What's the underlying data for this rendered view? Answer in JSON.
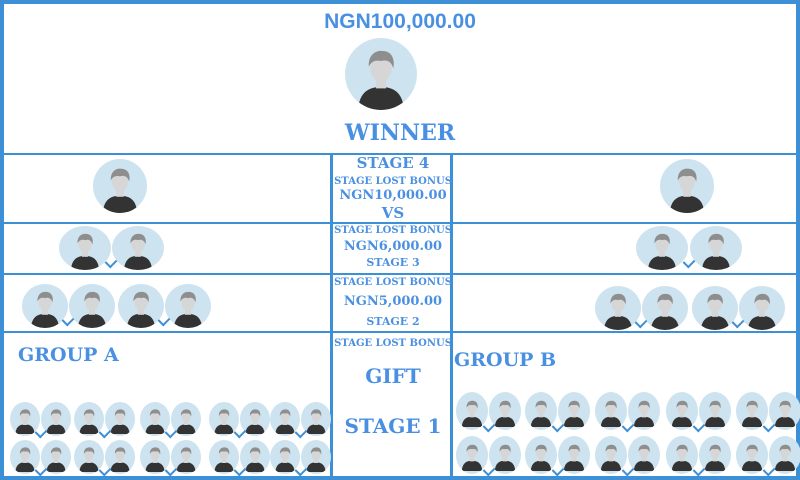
{
  "winner": {
    "prize": "NGN100,000.00",
    "label": "WINNER"
  },
  "stages": {
    "stage4": {
      "title": "STAGE 4",
      "lost_bonus_label": "STAGE LOST BONUS",
      "lost_bonus_amount": "NGN10,000.00",
      "vs": "VS"
    },
    "stage3": {
      "lost_bonus_label": "STAGE LOST BONUS",
      "lost_bonus_amount": "NGN6,000.00",
      "title": "STAGE 3"
    },
    "stage2": {
      "lost_bonus_label": "STAGE LOST BONUS",
      "lost_bonus_amount": "NGN5,000.00",
      "title": "STAGE 2"
    },
    "stage1": {
      "lost_bonus_label": "STAGE LOST BONUS",
      "gift": "GIFT",
      "title": "STAGE 1"
    }
  },
  "groups": {
    "a": "GROUP A",
    "b": "GROUP B"
  },
  "colors": {
    "border": "#3d8fd6",
    "text": "#4a90e2",
    "avatar_bg": "#cde3ef",
    "avatar_hair": "#8e8e8e",
    "avatar_skin": "#d6d6d6",
    "avatar_shirt": "#333333"
  }
}
